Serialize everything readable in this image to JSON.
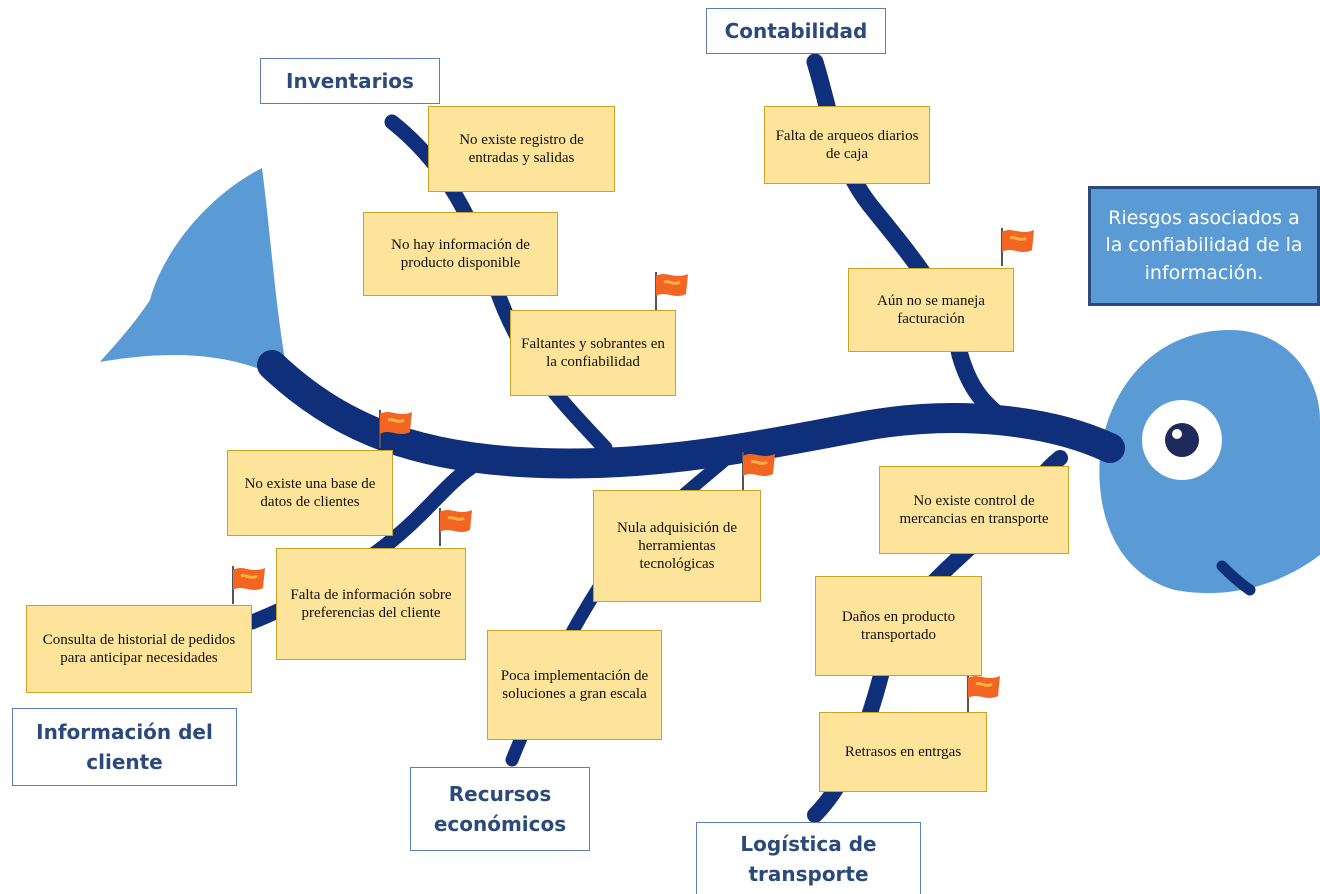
{
  "effect": "Riesgos asociados a la confiabilidad de la información.",
  "categories": {
    "inventarios": "Inventarios",
    "contabilidad": "Contabilidad",
    "informacion_cliente": "Información del cliente",
    "recursos": "Recursos económicos",
    "logistica": "Logística de transporte"
  },
  "causes": {
    "inv_registro": "No existe registro de entradas y salidas",
    "inv_info_producto": "No hay información de producto disponible",
    "inv_faltantes": "Faltantes y sobrantes en la confiabilidad",
    "cont_arqueos": "Falta de arqueos diarios de caja",
    "cont_facturacion": "Aún no se maneja facturación",
    "cli_base_datos": "No existe una base de datos de clientes",
    "cli_preferencias": "Falta de información sobre preferencias del cliente",
    "cli_historial": "Consulta de historial de pedidos para anticipar necesidades",
    "rec_herramientas": "Nula adquisición de herramientas tecnológicas",
    "rec_soluciones": "Poca implementación de soluciones a gran escala",
    "log_control": "No existe control de mercancias en transporte",
    "log_danos": "Daños en producto transportado",
    "log_retrasos": "Retrasos en entrgas"
  },
  "icons": [
    "flag-icon",
    "fish-eye-icon"
  ],
  "colors": {
    "bone": "#0f2f7a",
    "fish_body": "#5b9bd5",
    "note_fill": "#fde49a",
    "note_border": "#c9a227",
    "title_fill": "#5b9bd5",
    "title_border": "#2b4a7c",
    "category_text": "#2b4a7c",
    "flag": "#f26522"
  }
}
